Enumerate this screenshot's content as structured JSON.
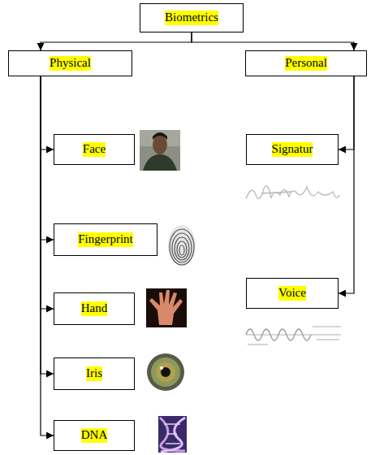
{
  "diagram": {
    "nodes": [
      {
        "text": [
          "Biometrics"
        ]
      },
      {
        "text": [
          "Physical"
        ]
      },
      {
        "text": [
          "Personal"
        ]
      },
      {
        "text": [
          "Face"
        ]
      },
      {
        "text": [
          "Fingerprint"
        ]
      },
      {
        "text": [
          "Hand"
        ]
      },
      {
        "text": [
          "Iris"
        ]
      },
      {
        "text": [
          "DNA"
        ]
      },
      {
        "text": [
          "Signatur"
        ]
      },
      {
        "text": [
          "Voice"
        ]
      }
    ],
    "edges": [
      {
        "from": 0,
        "to": 1,
        "arrow": "to"
      },
      {
        "from": 0,
        "to": 2,
        "arrow": "to"
      },
      {
        "from": 1,
        "to": 3,
        "arrow": "to"
      },
      {
        "from": 1,
        "to": 4,
        "arrow": "to"
      },
      {
        "from": 1,
        "to": 5,
        "arrow": "to"
      },
      {
        "from": 1,
        "to": 6,
        "arrow": "to"
      },
      {
        "from": 1,
        "to": 7,
        "arrow": "to"
      },
      {
        "from": 2,
        "to": 8,
        "arrow": "to"
      },
      {
        "from": 2,
        "to": 9,
        "arrow": "to"
      }
    ]
  }
}
